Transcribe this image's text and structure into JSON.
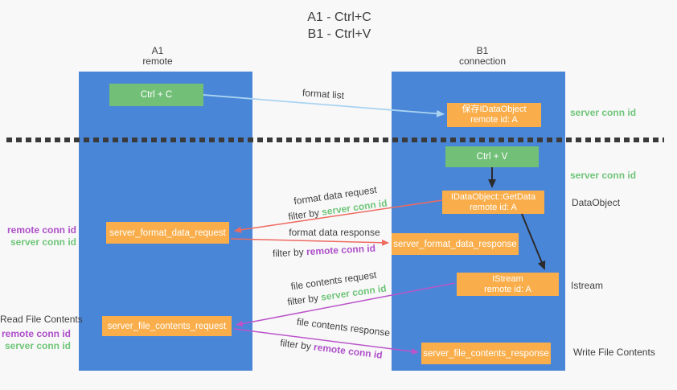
{
  "title": {
    "line1": "A1 - Ctrl+C",
    "line2": "B1 - Ctrl+V"
  },
  "columns": {
    "left": {
      "name": "A1",
      "role": "remote"
    },
    "right": {
      "name": "B1",
      "role": "connection"
    }
  },
  "boxes": {
    "ctrl_c": {
      "label": "Ctrl + C"
    },
    "ctrl_v": {
      "label": "Ctrl + V"
    },
    "save_dataobject": {
      "line1": "保存IDataObject",
      "line2": "remote id: A"
    },
    "getdata": {
      "line1": "IDataObject::GetData",
      "line2": "remote id: A"
    },
    "istream": {
      "line1": "IStream",
      "line2": "remote id: A"
    },
    "server_format_data_request": {
      "label": "server_format_data_request"
    },
    "server_format_data_response": {
      "label": "server_format_data_response"
    },
    "server_file_contents_request": {
      "label": "server_file_contents_request"
    },
    "server_file_contents_response": {
      "label": "server_file_contents_response"
    }
  },
  "arrow_labels": {
    "format_list": "format list",
    "format_data_request": "format data request",
    "format_data_response": "format data response",
    "file_contents_request": "file contents request",
    "file_contents_response": "file contents response",
    "filter_by": "filter by",
    "server_conn_id": "server conn id",
    "remote_conn_id": "remote conn id"
  },
  "side_labels": {
    "server_conn_id": "server conn id",
    "remote_conn_id": "remote conn id",
    "dataobject": "DataObject",
    "istream": "Istream",
    "read_file_contents": "Read File Contents",
    "write_file_contents": "Write File Contents"
  },
  "colors": {
    "column_blue": "#4a86d8",
    "box_green": "#72bf78",
    "box_orange": "#f9ae4b",
    "arrow_red": "#ee6a5f",
    "arrow_magenta": "#bb55c9",
    "arrow_lightblue": "#aad4f2",
    "arrow_black": "#2b2b2b",
    "label_green": "#6fc578",
    "label_purple": "#ae4fc8",
    "text_dark": "#3f3f3f",
    "background": "#f8f8f9"
  }
}
